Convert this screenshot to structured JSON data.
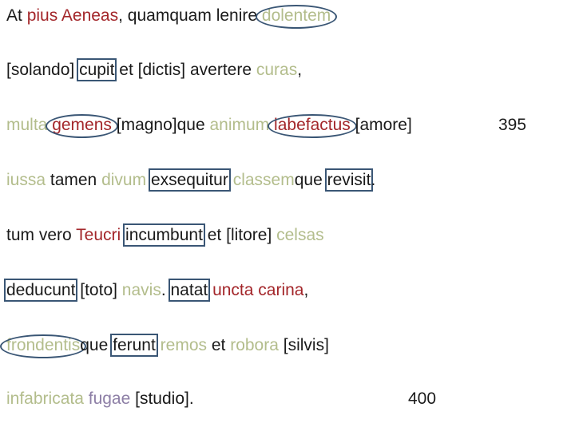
{
  "passage": {
    "lines": [
      {
        "segments": [
          {
            "t": "At ",
            "c": "k"
          },
          {
            "t": "pius Aeneas",
            "c": "r"
          },
          {
            "t": ", quamquam lenire ",
            "c": "k"
          },
          {
            "t": "dolentem",
            "c": "o",
            "m": "circle"
          }
        ]
      },
      {
        "segments": [
          {
            "t": "[solando] ",
            "c": "k"
          },
          {
            "t": "cupit",
            "c": "k",
            "m": "box"
          },
          {
            "t": " et [dictis] avertere ",
            "c": "k"
          },
          {
            "t": "curas",
            "c": "o"
          },
          {
            "t": ",",
            "c": "k"
          }
        ]
      },
      {
        "segments": [
          {
            "t": "multa ",
            "c": "o"
          },
          {
            "t": "gemens",
            "c": "r",
            "m": "circle"
          },
          {
            "t": " [magno]que ",
            "c": "k"
          },
          {
            "t": "animum",
            "c": "o"
          },
          {
            "t": " ",
            "c": "k"
          },
          {
            "t": "labefactus",
            "c": "r",
            "m": "circle"
          },
          {
            "t": " [amore]",
            "c": "k"
          }
        ]
      },
      {
        "segments": [
          {
            "t": "iussa",
            "c": "o"
          },
          {
            "t": " tamen ",
            "c": "k"
          },
          {
            "t": "divum",
            "c": "o"
          },
          {
            "t": " ",
            "c": "k"
          },
          {
            "t": "exsequitur",
            "c": "k",
            "m": "box"
          },
          {
            "t": " ",
            "c": "k"
          },
          {
            "t": "classem",
            "c": "o"
          },
          {
            "t": "que ",
            "c": "k"
          },
          {
            "t": "revisit",
            "c": "k",
            "m": "box"
          },
          {
            "t": ".",
            "c": "k"
          }
        ]
      },
      {
        "segments": [
          {
            "t": "tum vero ",
            "c": "k"
          },
          {
            "t": "Teucri",
            "c": "r"
          },
          {
            "t": " ",
            "c": "k"
          },
          {
            "t": "incumbunt",
            "c": "k",
            "m": "box"
          },
          {
            "t": " et [litore] ",
            "c": "k"
          },
          {
            "t": "celsas",
            "c": "o"
          }
        ]
      },
      {
        "segments": [
          {
            "t": "deducunt",
            "c": "k",
            "m": "box"
          },
          {
            "t": " [toto] ",
            "c": "k"
          },
          {
            "t": "navis",
            "c": "o"
          },
          {
            "t": ". ",
            "c": "k"
          },
          {
            "t": "natat",
            "c": "k",
            "m": "box"
          },
          {
            "t": " ",
            "c": "k"
          },
          {
            "t": "uncta carina",
            "c": "r"
          },
          {
            "t": ",",
            "c": "k"
          }
        ]
      },
      {
        "segments": [
          {
            "t": "frondentis",
            "c": "o",
            "m": "circle"
          },
          {
            "t": "que ",
            "c": "k"
          },
          {
            "t": "ferunt",
            "c": "k",
            "m": "box"
          },
          {
            "t": " ",
            "c": "k"
          },
          {
            "t": "remos",
            "c": "o"
          },
          {
            "t": " et ",
            "c": "k"
          },
          {
            "t": "robora",
            "c": "o"
          },
          {
            "t": " [silvis]",
            "c": "k"
          }
        ]
      },
      {
        "segments": [
          {
            "t": "infabricata",
            "c": "o"
          },
          {
            "t": " ",
            "c": "k"
          },
          {
            "t": "fugae",
            "c": "p"
          },
          {
            "t": " [studio].",
            "c": "k"
          }
        ]
      }
    ],
    "line_numbers": [
      "395",
      "400"
    ]
  },
  "colors": {
    "text": "#1a1a1a",
    "red": "#a3262a",
    "olive": "#b3bd8c",
    "purple": "#8d7fa6",
    "annotation": "#3a5675"
  }
}
